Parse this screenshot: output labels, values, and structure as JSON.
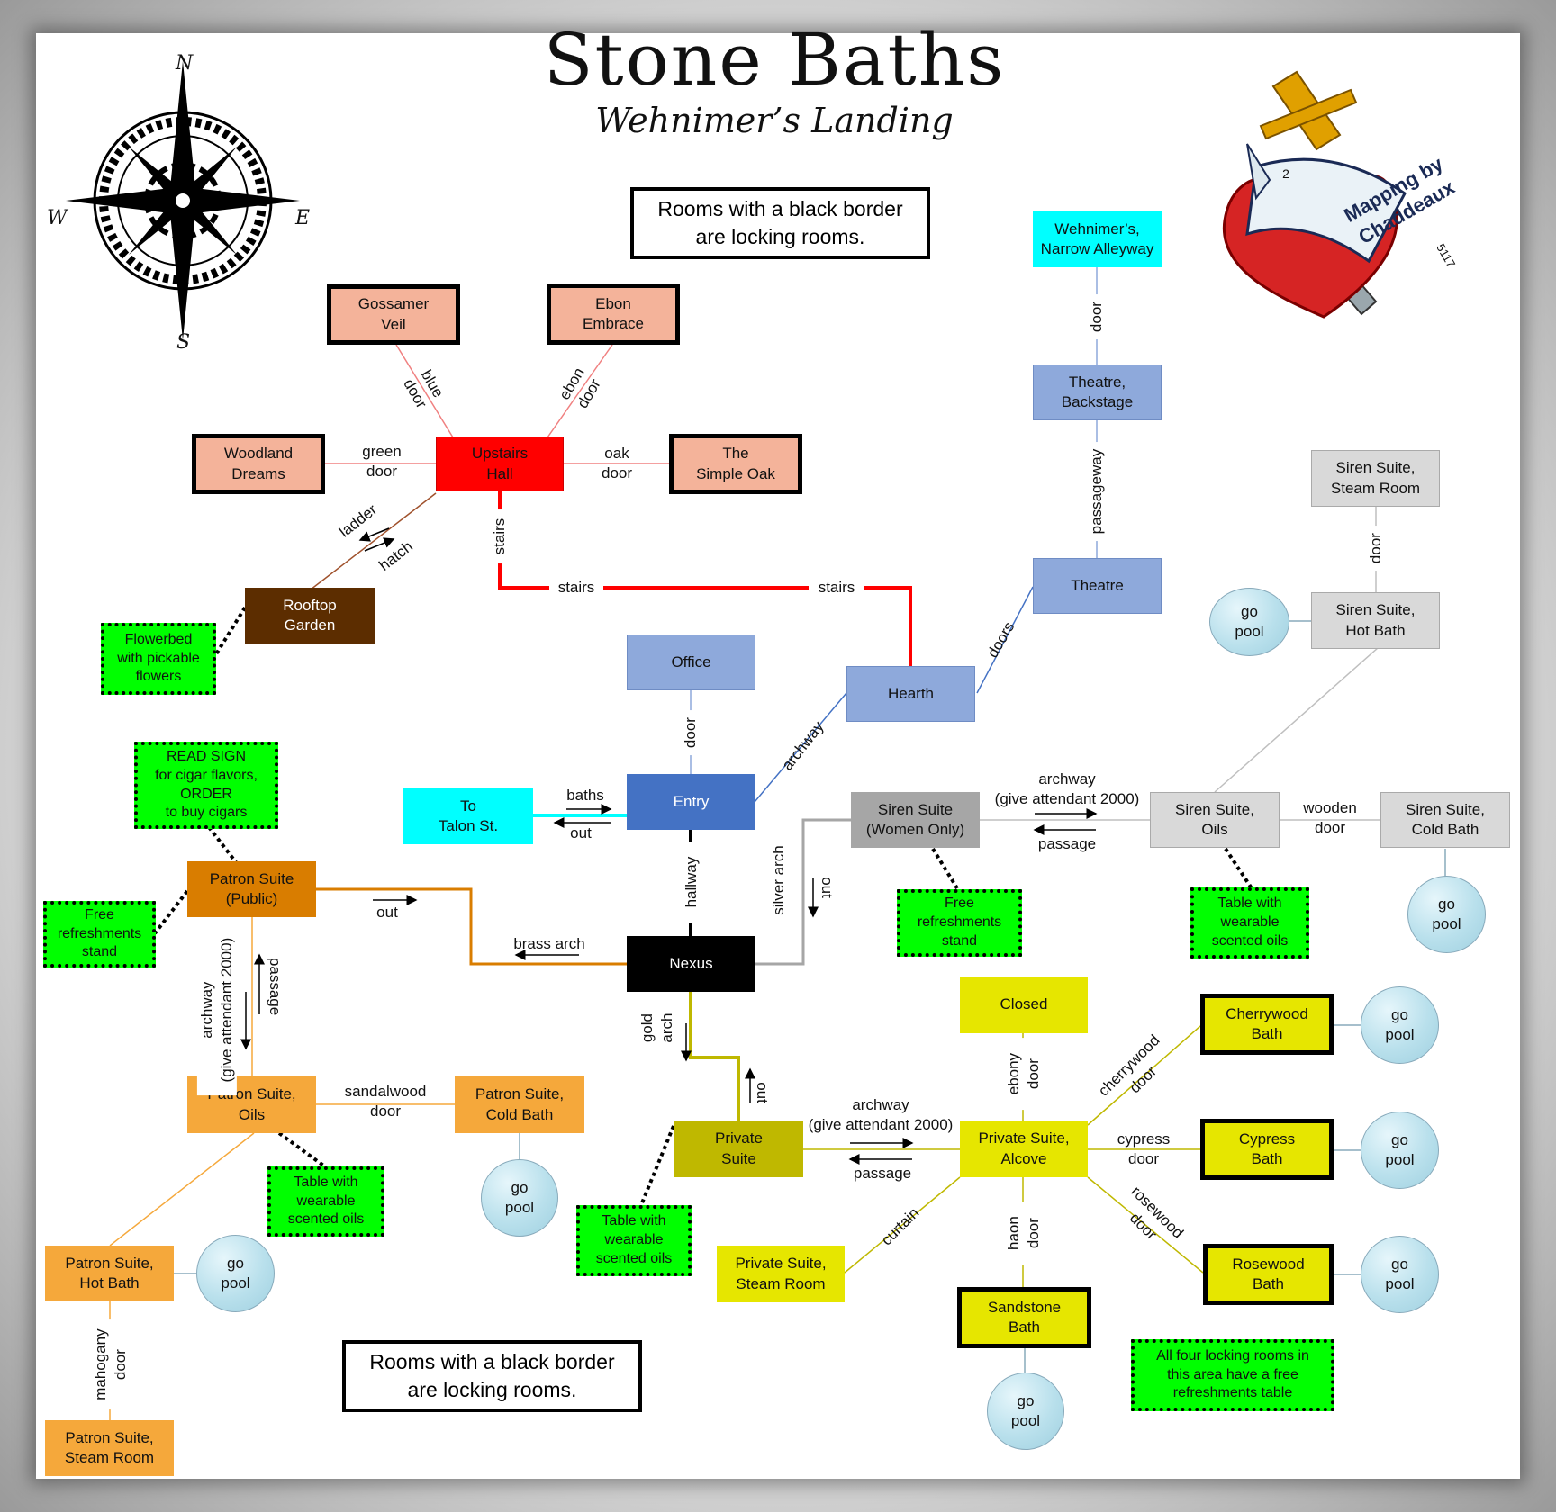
{
  "title": "Stone Baths",
  "subtitle": "Wehnimer’s Landing",
  "legend_text": "Rooms with a black border\nare locking rooms.",
  "compass": {
    "n": "N",
    "e": "E",
    "s": "S",
    "w": "W"
  },
  "badge": {
    "text": "Mapping by\nChaddeaux",
    "number": "2",
    "date": "5117"
  },
  "colors": {
    "salmon": "#f4b39a",
    "red": "#ff0000",
    "brown": "#5c2d00",
    "blue": "#8ea9db",
    "blue_dark": "#4472c4",
    "cyan": "#00ffff",
    "grey": "#bfbfbf",
    "grey_dark": "#a6a6a6",
    "orange": "#f5a83b",
    "orange_dark": "#d97d00",
    "yellow": "#e6e600",
    "olive": "#bfb800",
    "green_note": "#00ff00"
  },
  "rooms": {
    "gossamer_veil": "Gossamer\nVeil",
    "ebon_embrace": "Ebon\nEmbrace",
    "woodland_dreams": "Woodland\nDreams",
    "upstairs_hall": "Upstairs\nHall",
    "simple_oak": "The\nSimple Oak",
    "rooftop_garden": "Rooftop\nGarden",
    "narrow_alleyway": "Wehnimer’s,\nNarrow Alleyway",
    "theatre_backstage": "Theatre,\nBackstage",
    "theatre": "Theatre",
    "hearth": "Hearth",
    "office": "Office",
    "entry": "Entry",
    "talon_st": "To\nTalon St.",
    "nexus": "Nexus",
    "siren_women": "Siren Suite\n(Women Only)",
    "siren_oils": "Siren Suite,\nOils",
    "siren_cold": "Siren Suite,\nCold Bath",
    "siren_steam": "Siren Suite,\nSteam Room",
    "siren_hot": "Siren Suite,\nHot Bath",
    "patron_public": "Patron Suite\n(Public)",
    "patron_oils": "Patron Suite,\nOils",
    "patron_cold": "Patron Suite,\nCold Bath",
    "patron_hot": "Patron Suite,\nHot Bath",
    "patron_steam": "Patron Suite,\nSteam Room",
    "private_suite": "Private\nSuite",
    "private_alcove": "Private Suite,\nAlcove",
    "private_steam": "Private Suite,\nSteam Room",
    "closed": "Closed",
    "cherrywood": "Cherrywood\nBath",
    "cypress": "Cypress\nBath",
    "rosewood": "Rosewood\nBath",
    "sandstone": "Sandstone\nBath"
  },
  "notes": {
    "flowerbed": "Flowerbed\nwith pickable\nflowers",
    "cigar_sign": "READ SIGN\nfor cigar flavors,\nORDER\nto buy cigars",
    "patron_refresh": "Free\nrefreshments\nstand",
    "patron_oils_table": "Table with\nwearable\nscented oils",
    "private_table": "Table with\nwearable\nscented oils",
    "siren_refresh": "Free\nrefreshments\nstand",
    "siren_table": "Table with\nwearable\nscented oils",
    "locking_refresh": "All four locking rooms in\nthis area have a free\nrefreshments table"
  },
  "pool_text": "go\npool",
  "labels": {
    "blue_door": "blue\ndoor",
    "ebon_door": "ebon\ndoor",
    "green_door": "green\ndoor",
    "oak_door": "oak\ndoor",
    "ladder": "ladder",
    "hatch": "hatch",
    "stairs_v": "stairs",
    "stairs_a": "stairs",
    "stairs_b": "stairs",
    "alley_door": "door",
    "passageway": "passageway",
    "doors": "doors",
    "archway_hearth": "archway",
    "office_door": "door",
    "baths": "baths",
    "out_talon": "out",
    "hallway": "hallway",
    "silver_arch": "silver arch",
    "out_siren": "out",
    "siren_archway": "archway\n(give attendant 2000)",
    "siren_passage": "passage",
    "wooden_door": "wooden\ndoor",
    "siren_steam_door": "door",
    "out_patron": "out",
    "brass_arch": "brass arch",
    "patron_archway": "archway\n(give attendant 2000)",
    "patron_passage": "passage",
    "sandalwood_door": "sandalwood\ndoor",
    "mahogany_door": "mahogany\ndoor",
    "gold_arch": "gold\narch",
    "out_private": "out",
    "private_archway": "archway\n(give attendant 2000)",
    "private_passage": "passage",
    "ebony_door": "ebony\ndoor",
    "cherrywood_door": "cherrywood\ndoor",
    "cypress_door": "cypress\ndoor",
    "rosewood_door": "rosewood\ndoor",
    "haon_door": "haon\ndoor",
    "curtain": "curtain"
  }
}
